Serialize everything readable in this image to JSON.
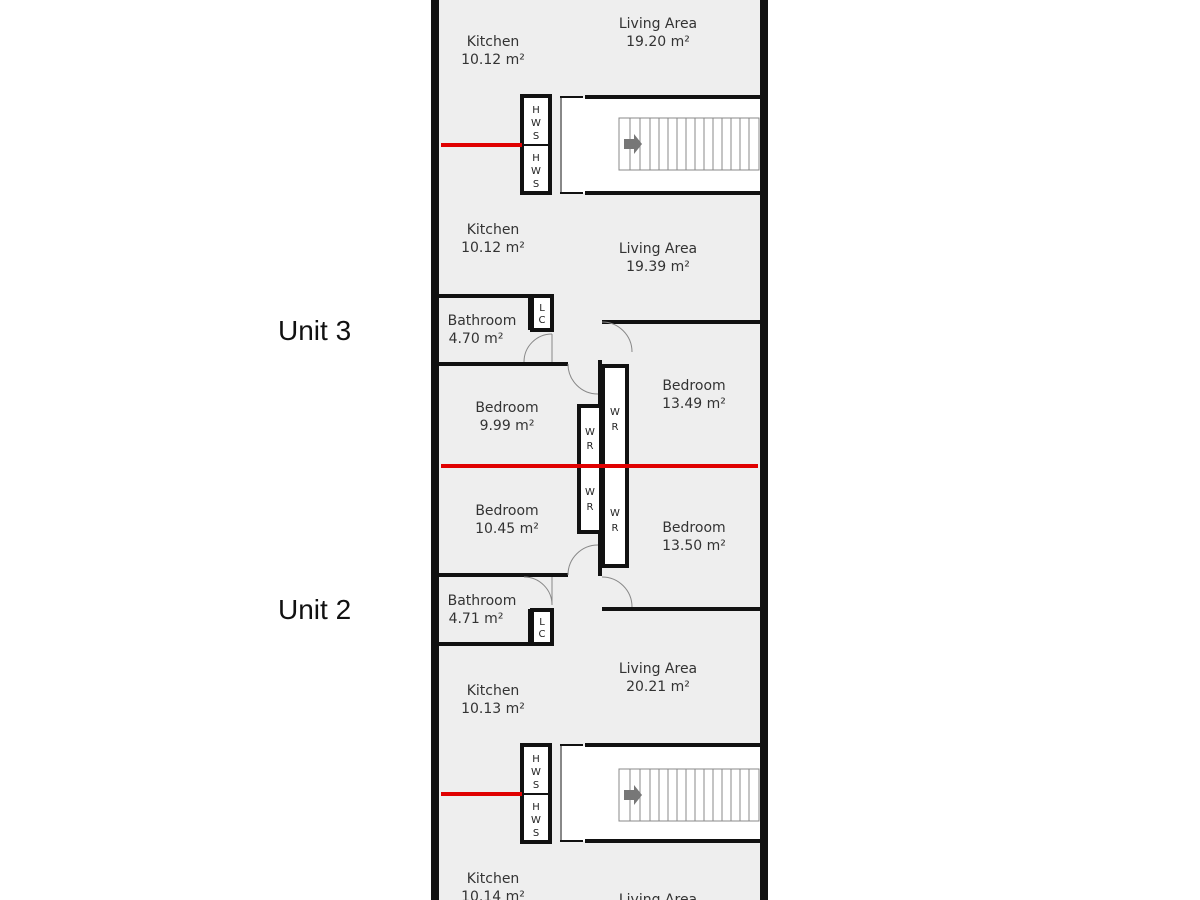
{
  "units": [
    {
      "label": "Unit 3"
    },
    {
      "label": "Unit 2"
    }
  ],
  "rooms": [
    {
      "name": "Living Area",
      "area": "19.20 m²"
    },
    {
      "name": "Kitchen",
      "area": "10.12 m²"
    },
    {
      "name": "Kitchen",
      "area": "10.12 m²"
    },
    {
      "name": "Living Area",
      "area": "19.39 m²"
    },
    {
      "name": "Bathroom",
      "area": "4.70 m²"
    },
    {
      "name": "Bedroom",
      "area": "13.49 m²"
    },
    {
      "name": "Bedroom",
      "area": "9.99 m²"
    },
    {
      "name": "Bedroom",
      "area": "10.45 m²"
    },
    {
      "name": "Bedroom",
      "area": "13.50 m²"
    },
    {
      "name": "Bathroom",
      "area": "4.71 m²"
    },
    {
      "name": "Living Area",
      "area": "20.21 m²"
    },
    {
      "name": "Kitchen",
      "area": "10.13 m²"
    },
    {
      "name": "Kitchen",
      "area": "10.14 m²"
    },
    {
      "name": "Living Area",
      "area": ""
    }
  ],
  "tags": {
    "hws": [
      "H",
      "W",
      "S"
    ],
    "lc": [
      "L",
      "C"
    ],
    "wr": [
      "W",
      "R"
    ]
  },
  "colors": {
    "floor": "#eeeeee",
    "wall": "#111111",
    "party_wall": "#e00000",
    "stair_arrow": "#777777"
  }
}
